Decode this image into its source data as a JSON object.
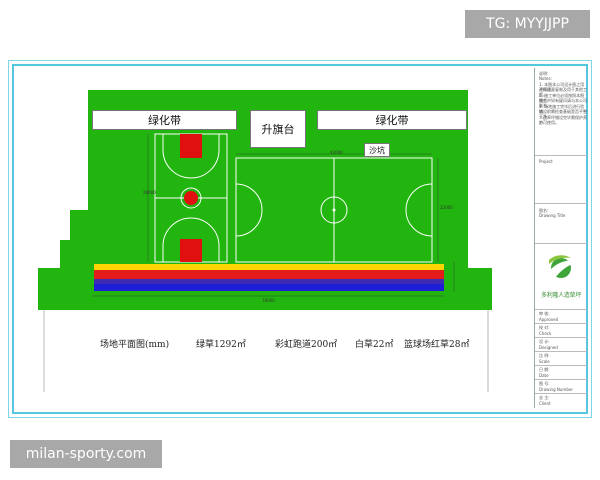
{
  "watermarks": {
    "top": "TG: MYYJJPP",
    "bottom": "milan-sporty.com"
  },
  "areas": {
    "greenbelt_left": "绿化带",
    "greenbelt_right": "绿化带",
    "flag_platform": "升旗台",
    "sandpit": "沙坑"
  },
  "caption": {
    "plan_label": "场地平面图(mm)",
    "green_grass": "绿草1292㎡",
    "rainbow_track": "彩虹跑道200㎡",
    "white_grass": "白草22㎡",
    "court_red_grass": "篮球场红草28㎡"
  },
  "title_block": {
    "notes_label": "说明:",
    "notes_sub": "Notes:",
    "notes_lines": [
      "1. 本图本公司设计图之用途标注,",
      "不得随意复制及用于其他工程。",
      "2. 施工单位必须按照本图施工,",
      "图纸中如有疑问请与本公司联系,",
      "3. 场地施工完毕后进行验收,",
      "铺设前需检查基础是否平整干净,",
      "人造草坪铺设完毕需保护养护,",
      "方可使用。"
    ],
    "project_label": "Project",
    "drawing_title_cn": "图名:",
    "drawing_title_en": "Drawing Title",
    "company_name": "多利隆人造草坪",
    "rows": [
      {
        "cn": "审  核:",
        "en": "Approved"
      },
      {
        "cn": "校  对:",
        "en": "Check"
      },
      {
        "cn": "设  计:",
        "en": "Designed"
      },
      {
        "cn": "比  例:",
        "en": "Scale"
      },
      {
        "cn": "日  期:",
        "en": "Date"
      },
      {
        "cn": "图  号:",
        "en": "Drawing Number"
      },
      {
        "cn": "业  主:",
        "en": "Client"
      }
    ]
  },
  "colors": {
    "grass": "#22b50f",
    "court_red": "#e01010",
    "frame": "#55c6dd",
    "track_stripes": [
      "#ffd400",
      "#e31b1b",
      "#3e2bb4",
      "#1d1ed6"
    ]
  }
}
